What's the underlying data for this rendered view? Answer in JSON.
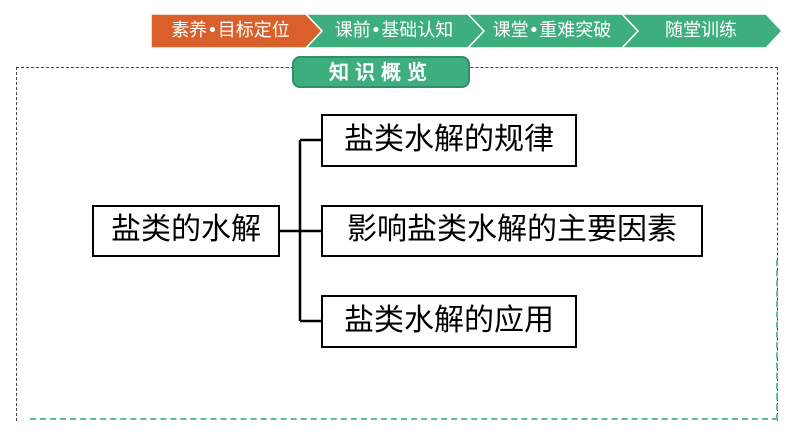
{
  "nav": {
    "items": [
      {
        "label": "素养•目标定位",
        "active": true
      },
      {
        "label": "课前•基础认知",
        "active": false
      },
      {
        "label": "课堂•重难突破",
        "active": false
      },
      {
        "label": "随堂训练",
        "active": false
      }
    ],
    "colors": {
      "active": "#d9602a",
      "inactive": "#3fae7f"
    }
  },
  "section": {
    "title": "知识概览"
  },
  "diagram": {
    "root": "盐类的水解",
    "children": [
      "盐类水解的规律",
      "影响盐类水解的主要因素",
      "盐类水解的应用"
    ]
  }
}
